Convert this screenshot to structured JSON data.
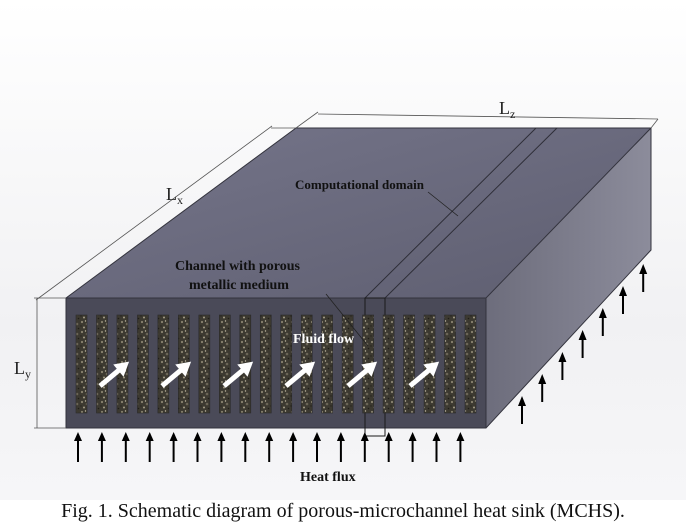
{
  "labels": {
    "lx": "L",
    "lx_sub": "x",
    "ly": "L",
    "ly_sub": "y",
    "lz": "L",
    "lz_sub": "z",
    "computational_domain": "Computational domain",
    "channel_line1": "Channel with porous",
    "channel_line2": "metallic medium",
    "fluid_flow": "Fluid flow",
    "heat_flux": "Heat flux"
  },
  "caption": "Fig. 1. Schematic diagram of porous-microchannel heat sink (MCHS).",
  "colors": {
    "top_face": "#686878",
    "front_face": "#494957",
    "right_face": "#80808f",
    "porous": "#3f3c34",
    "arrow": "#000000",
    "flow_arrow": "#ffffff"
  },
  "counts": {
    "channels": 20,
    "flow_arrows": 6,
    "bottom_arrows": 17,
    "side_arrows": 7
  }
}
